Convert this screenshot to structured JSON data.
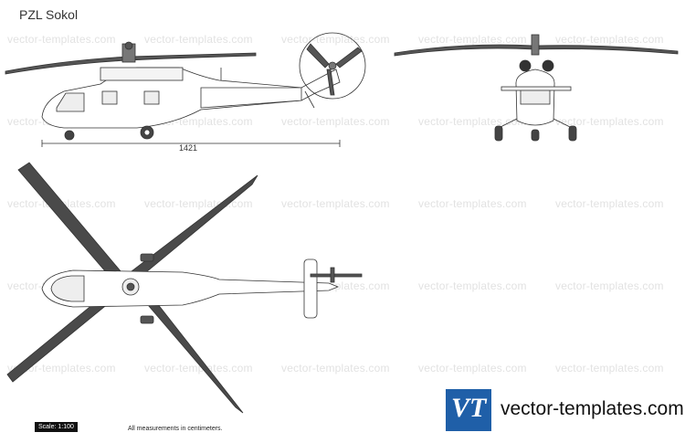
{
  "title": "PZL Sokol",
  "watermark": "vector-templates.com",
  "dimension_label": "1421",
  "scale_label": "Scale: 1:100",
  "measurement_note": "All measurements in centimeters.",
  "logo_letters": "VT",
  "brand_text": "vector-templates.com",
  "colors": {
    "rotor": "#4a4a4a",
    "line": "#333333",
    "logo": "#1f5fa8"
  }
}
